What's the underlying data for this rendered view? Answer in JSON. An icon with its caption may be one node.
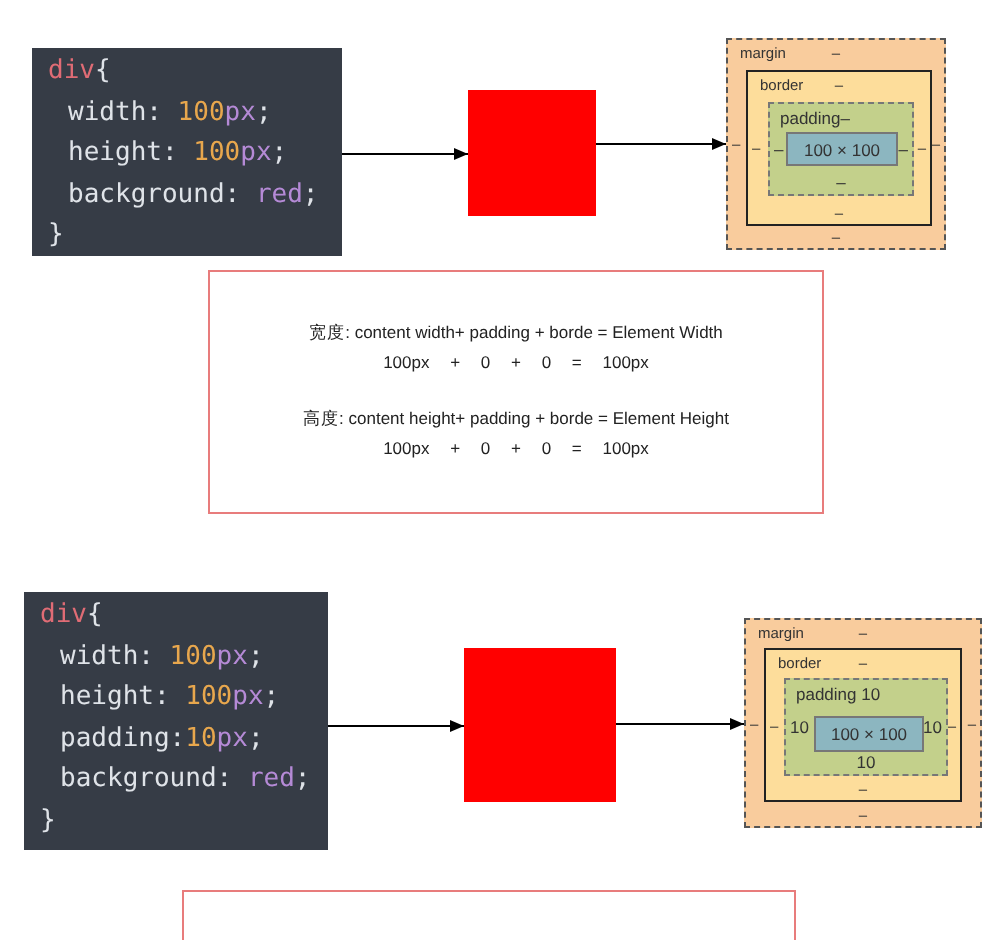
{
  "diagram": {
    "nodes": [
      {
        "text": [
          "div{",
          "width: 100px;",
          "height: 100px;",
          "background: red;",
          "}"
        ]
      },
      {
        "text": [],
        "shape": "box"
      },
      {
        "text": [
          "margin",
          "–",
          "–",
          "–",
          "–"
        ]
      },
      {
        "text": [
          "border",
          "–",
          "–",
          "–",
          "–"
        ],
        "in": 2
      },
      {
        "text": [
          "padding–",
          "–",
          "–",
          "–"
        ],
        "in": 3
      },
      {
        "text": [
          "100 × 100"
        ],
        "in": 4
      },
      {
        "text": [
          "宽度: content width+ padding + borde = Element Width",
          "100px + 0 + 0 = 100px",
          "高度: content height+ padding + borde = Element Height",
          "100px + 0 + 0 = 100px"
        ]
      },
      {
        "text": [
          "div{",
          "width: 100px;",
          "height: 100px;",
          "padding:10px;",
          "background: red;",
          "}"
        ]
      },
      {
        "text": [],
        "shape": "box"
      },
      {
        "text": [
          "margin",
          "–",
          "–",
          "–",
          "–"
        ]
      },
      {
        "text": [
          "border",
          "–",
          "–",
          "–",
          "–"
        ],
        "in": 9
      },
      {
        "text": [
          "padding 10",
          "10",
          "10",
          "10"
        ],
        "in": 10
      },
      {
        "text": [
          "100 × 100"
        ],
        "in": 11
      },
      {
        "text": [],
        "shape": "box"
      }
    ],
    "edges": [
      {
        "from": 0,
        "to": 1,
        "arrow": "to"
      },
      {
        "from": 1,
        "to": 2,
        "arrow": "to"
      },
      {
        "from": 7,
        "to": 8,
        "arrow": "to"
      },
      {
        "from": 8,
        "to": 9,
        "arrow": "to"
      }
    ]
  }
}
